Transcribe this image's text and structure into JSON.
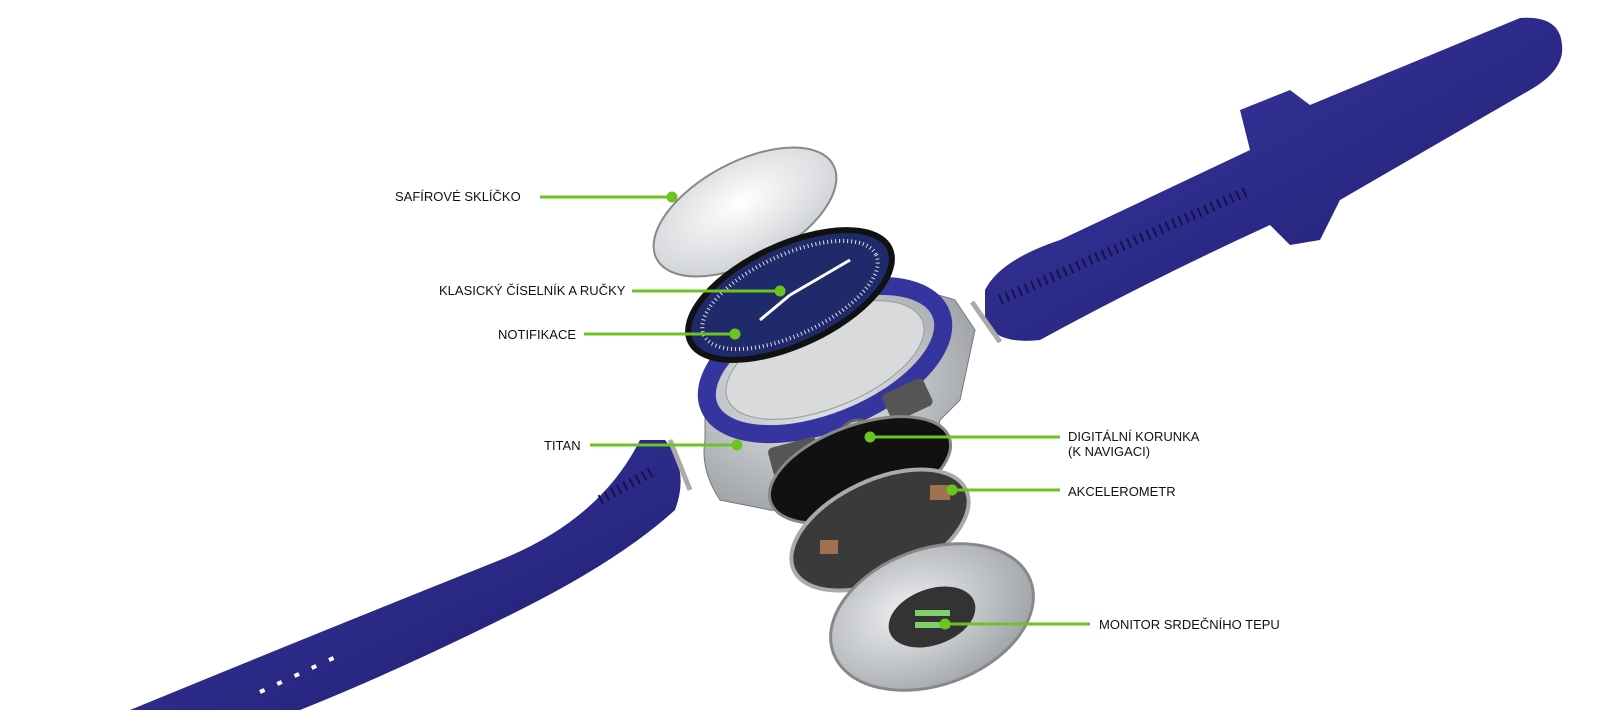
{
  "labels": {
    "sapphire_glass": "SAFÍROVÉ SKLÍČKO",
    "dial_hands": "KLASICKÝ ČÍSELNÍK A RUČKY",
    "notifications": "NOTIFIKACE",
    "titanium": "TITAN",
    "digital_crown_line1": "DIGITÁLNÍ KORUNKA",
    "digital_crown_line2": "(K NAVIGACI)",
    "accelerometer": "AKCELEROMETR",
    "heart_rate_monitor": "MONITOR SRDEČNÍHO TEPU"
  },
  "colors": {
    "leader": "#6cc51f",
    "strap": "#2b2a8c",
    "bezel": "#3a3aa8",
    "steel": "#c9cbce"
  }
}
